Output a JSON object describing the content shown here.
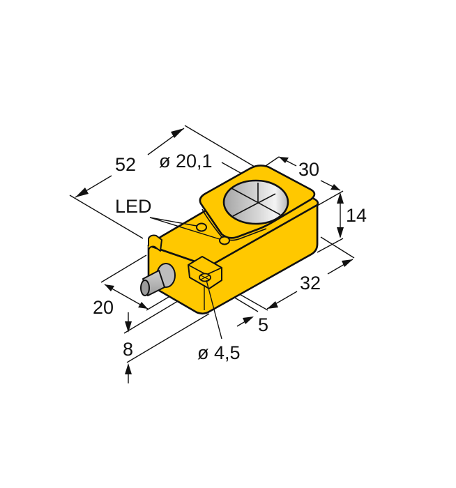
{
  "diagram": {
    "type": "dimensional-drawing",
    "subject": "rectangular inductive proximity sensor",
    "colors": {
      "housing": "#FFC800",
      "housing_shade": "#F2B800",
      "outline": "#111111",
      "sensing_face_light": "#E8E8E8",
      "sensing_face_dark": "#9A9A9A",
      "connector": "#BDBDBD",
      "background": "#FFFFFF"
    },
    "labels": {
      "length": "52",
      "sensing_face_diameter": "ø 20,1",
      "width": "30",
      "height": "14",
      "led": "LED",
      "connector_offset": "20",
      "mount_depth": "32",
      "mount_edge": "5",
      "mount_height": "8",
      "mount_hole_diameter": "ø 4,5"
    }
  }
}
